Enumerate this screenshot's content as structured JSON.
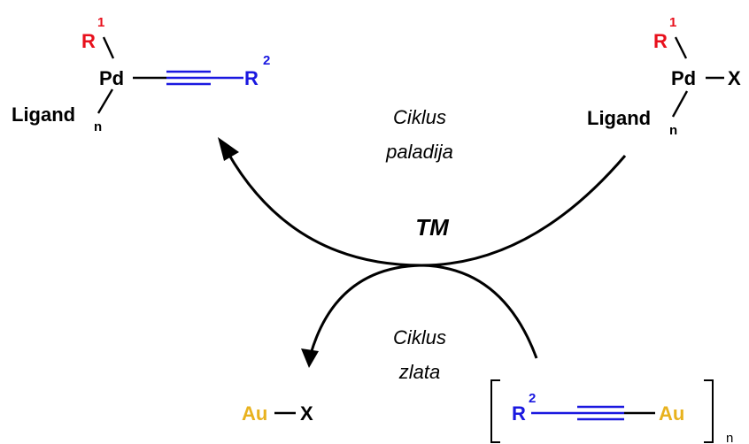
{
  "colors": {
    "r1": "#e8101c",
    "r2": "#1a18e0",
    "gold": "#e8b21e",
    "black": "#000000"
  },
  "left_complex": {
    "r1_letter": "R",
    "r1_index": "1",
    "metal": "Pd",
    "r2_letter": "R",
    "r2_index": "2",
    "ligand": "Ligand",
    "ligand_sub": "n"
  },
  "right_complex": {
    "r1_letter": "R",
    "r1_index": "1",
    "metal": "Pd",
    "halide": "X",
    "ligand": "Ligand",
    "ligand_sub": "n"
  },
  "palladium_cycle": {
    "line1": "Ciklus",
    "line2": "paladija"
  },
  "center_label": "TM",
  "gold_cycle": {
    "line1": "Ciklus",
    "line2": "zlata"
  },
  "gold_halide": {
    "metal": "Au",
    "halide": "X"
  },
  "gold_acetylide": {
    "r2_letter": "R",
    "r2_index": "2",
    "metal": "Au",
    "subscript": "n"
  }
}
